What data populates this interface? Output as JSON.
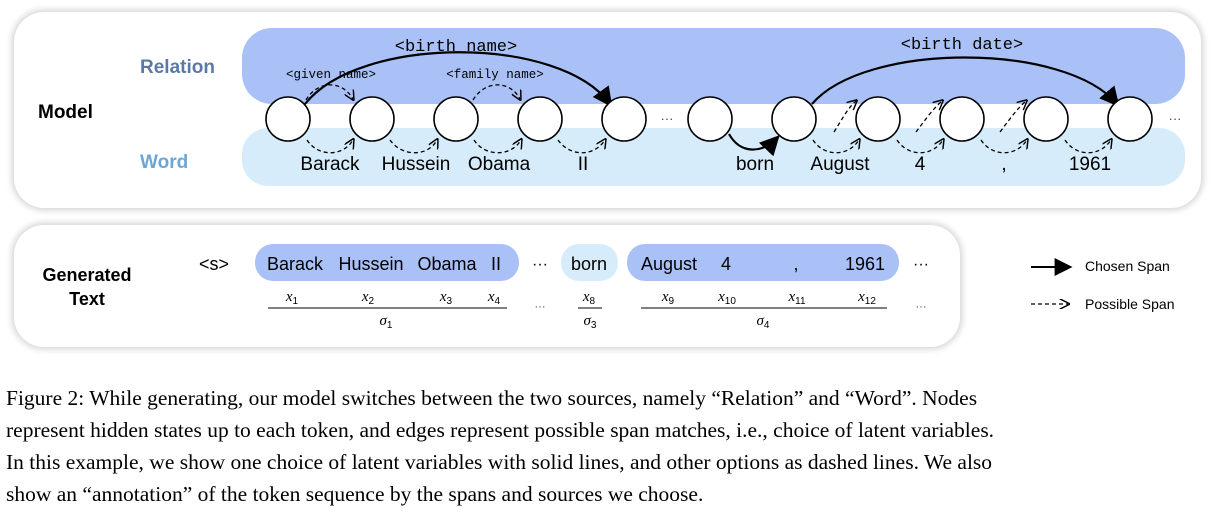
{
  "model": {
    "label": "Model",
    "relation_label": "Relation",
    "word_label": "Word",
    "span_labels": {
      "birth_name": "<birth name>",
      "birth_date": "<birth date>",
      "given_name": "<given name>",
      "family_name": "<family name>"
    },
    "words": [
      "Barack",
      "Hussein",
      "Obama",
      "II",
      "born",
      "August",
      "4",
      ",",
      "1961"
    ],
    "ellipsis": "···"
  },
  "generated": {
    "label_line1": "Generated",
    "label_line2": "Text",
    "start_token": "<s>",
    "spans": [
      {
        "text": "Barack Hussein Obama  II",
        "source": "relation"
      },
      {
        "text": "born",
        "source": "word"
      },
      {
        "text": "August   4          ,           1961",
        "source": "relation"
      }
    ],
    "words": [
      "Barack",
      "Hussein",
      "Obama",
      "II",
      "born",
      "August",
      "4",
      ",",
      "1961"
    ],
    "x_vars": [
      "x",
      "x",
      "x",
      "x",
      "x",
      "x",
      "x",
      "x",
      "x"
    ],
    "x_subs": [
      "1",
      "2",
      "3",
      "4",
      "8",
      "9",
      "10",
      "11",
      "12"
    ],
    "sigma_vars": [
      "σ",
      "σ",
      "σ"
    ],
    "sigma_subs": [
      "1",
      "3",
      "4"
    ],
    "ellipsis": "···",
    "ellipsis_small": "···"
  },
  "legend": {
    "chosen": "Chosen Span",
    "possible": "Possible Span"
  },
  "caption": {
    "lines": [
      "Figure 2: While generating, our model switches between the two sources, namely “Relation” and “Word”. Nodes",
      "represent hidden states up to each token, and edges represent possible span matches, i.e., choice of latent variables.",
      "In this example, we show one choice of latent variables with solid lines, and other options as dashed lines. We also",
      "show an “annotation” of the token sequence by the spans and sources we choose."
    ]
  },
  "colors": {
    "relation_band": "#a9c1f7",
    "word_band": "#d6ecfb",
    "relation_text": "#5b79a8",
    "word_text": "#6aa6d6",
    "relation_span": "#a9c1f7",
    "word_span": "#d6ecfb"
  }
}
